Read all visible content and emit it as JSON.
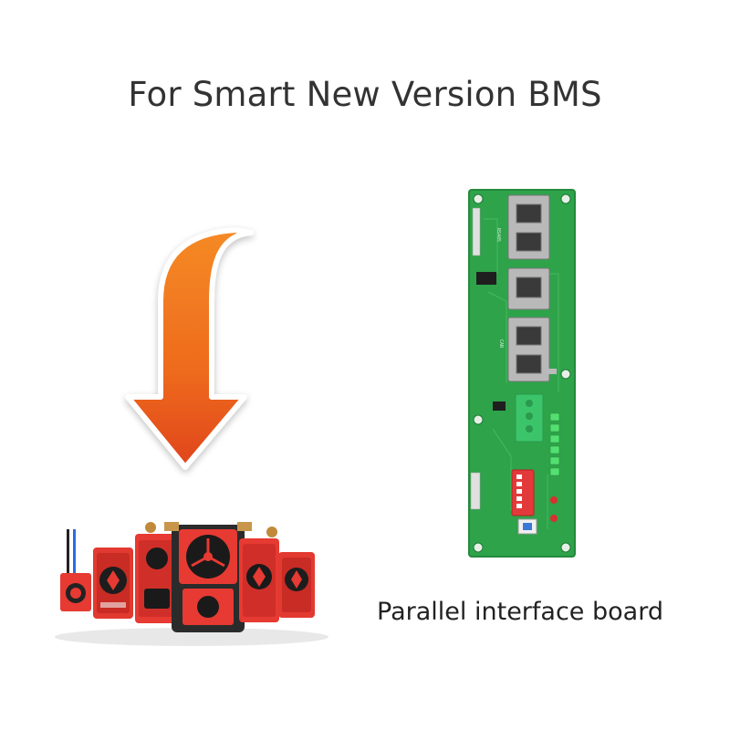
{
  "headline": "For Smart New Version BMS",
  "caption": "Parallel interface board",
  "colors": {
    "arrow_top": "#f07a1a",
    "arrow_bottom": "#e8531a",
    "pcb_green": "#2ea34a",
    "bms_red": "#e63a32",
    "terminal_green": "#3cc46a"
  },
  "icons": {
    "arrow": "curved-down-arrow",
    "board": "pcb-board",
    "bms": "bms-module-group"
  }
}
